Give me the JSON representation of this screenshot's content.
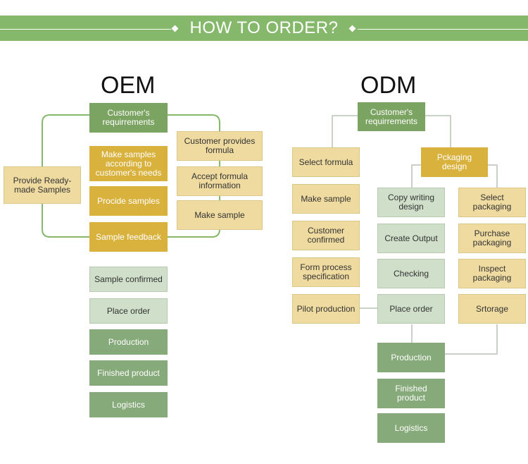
{
  "header": {
    "title": "HOW TO ORDER?"
  },
  "colors": {
    "banner": "#86b86c",
    "green_dark": "#7ba361",
    "green_mid": "#87aa7a",
    "green_light": "#cfdfc9",
    "yellow_dark": "#d9b13d",
    "yellow_light": "#efdba0"
  },
  "oem": {
    "title": "OEM",
    "requirements": "Customer's requirrements",
    "ready_made": "Provide Ready-made Samples",
    "make_samples": "Make samples according to customer's needs",
    "provide_samples": "Procide samples",
    "sample_feedback": "Sample feedback",
    "customer_formula": "Customer provides formula",
    "accept_formula": "Accept formula information",
    "make_sample": "Make sample",
    "sample_confirmed": "Sample confirmed",
    "place_order": "Place order",
    "production": "Production",
    "finished_product": "Finished product",
    "logistics": "Logistics"
  },
  "odm": {
    "title": "ODM",
    "requirements": "Customer's requirrements",
    "select_formula": "Select formula",
    "make_sample": "Make sample",
    "customer_confirmed": "Customer confirmed",
    "form_process": "Form process specification",
    "pilot_production": "Pilot production",
    "packaging_design": "Pckaging design",
    "copy_writing": "Copy writing design",
    "create_output": "Create Output",
    "checking": "Checking",
    "place_order": "Place order",
    "select_packaging": "Select packaging",
    "purchase_packaging": "Purchase packaging",
    "inspect_packaging": "Inspect packaging",
    "storage": "Srtorage",
    "production": "Production",
    "finished_product": "Finished product",
    "logistics": "Logistics"
  }
}
